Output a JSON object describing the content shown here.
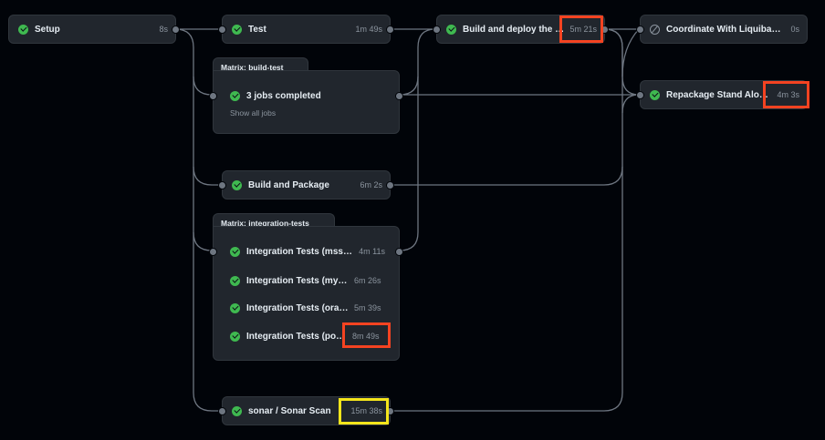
{
  "workflow": {
    "setup": {
      "name": "Setup",
      "duration": "8s",
      "status": "success"
    },
    "test": {
      "name": "Test",
      "duration": "1m 49s",
      "status": "success"
    },
    "build_deploy": {
      "name": "Build and deploy the li...",
      "duration": "5m 21s",
      "status": "success"
    },
    "coordinate": {
      "name": "Coordinate With Liquibase ...",
      "duration": "0s",
      "status": "skipped"
    },
    "repackage": {
      "name": "Repackage Stand Alone...",
      "duration": "4m 3s",
      "status": "success"
    },
    "build_package": {
      "name": "Build and Package",
      "duration": "6m 2s",
      "status": "success"
    },
    "sonar": {
      "name": "sonar / Sonar Scan",
      "duration": "15m 38s",
      "status": "success"
    },
    "matrix_build_test": {
      "title": "Matrix: build-test",
      "summary": "3 jobs completed",
      "show_all": "Show all jobs"
    },
    "matrix_integration": {
      "title": "Matrix: integration-tests",
      "jobs": [
        {
          "name": "Integration Tests (mssql)",
          "duration": "4m 11s",
          "status": "success"
        },
        {
          "name": "Integration Tests (mys...",
          "duration": "6m 26s",
          "status": "success"
        },
        {
          "name": "Integration Tests (orac...",
          "duration": "5m 39s",
          "status": "success"
        },
        {
          "name": "Integration Tests (post...",
          "duration": "8m 49s",
          "status": "success"
        }
      ]
    }
  },
  "colors": {
    "background": "#010409",
    "node": "#21262d",
    "success": "#3fb950",
    "highlight_red": "#f44321",
    "highlight_yellow": "#f5e51b"
  }
}
